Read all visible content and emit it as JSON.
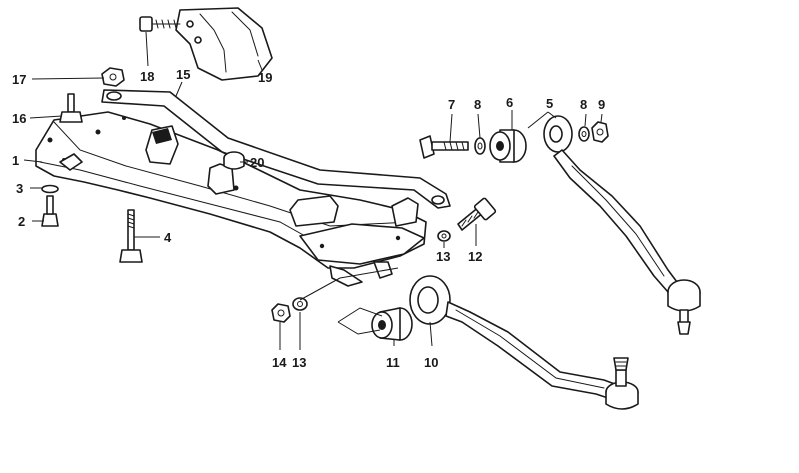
{
  "diagram": {
    "callouts": [
      {
        "id": "c1",
        "text": "1"
      },
      {
        "id": "c2",
        "text": "2"
      },
      {
        "id": "c3",
        "text": "3"
      },
      {
        "id": "c4",
        "text": "4"
      },
      {
        "id": "c5",
        "text": "5"
      },
      {
        "id": "c6",
        "text": "6"
      },
      {
        "id": "c7",
        "text": "7"
      },
      {
        "id": "c8a",
        "text": "8"
      },
      {
        "id": "c8b",
        "text": "8"
      },
      {
        "id": "c9",
        "text": "9"
      },
      {
        "id": "c10",
        "text": "10"
      },
      {
        "id": "c11",
        "text": "11"
      },
      {
        "id": "c12",
        "text": "12"
      },
      {
        "id": "c13a",
        "text": "13"
      },
      {
        "id": "c13b",
        "text": "13"
      },
      {
        "id": "c14",
        "text": "14"
      },
      {
        "id": "c15",
        "text": "15"
      },
      {
        "id": "c16",
        "text": "16"
      },
      {
        "id": "c17",
        "text": "17"
      },
      {
        "id": "c18",
        "text": "18"
      },
      {
        "id": "c19",
        "text": "19"
      },
      {
        "id": "c20",
        "text": "20"
      }
    ]
  }
}
